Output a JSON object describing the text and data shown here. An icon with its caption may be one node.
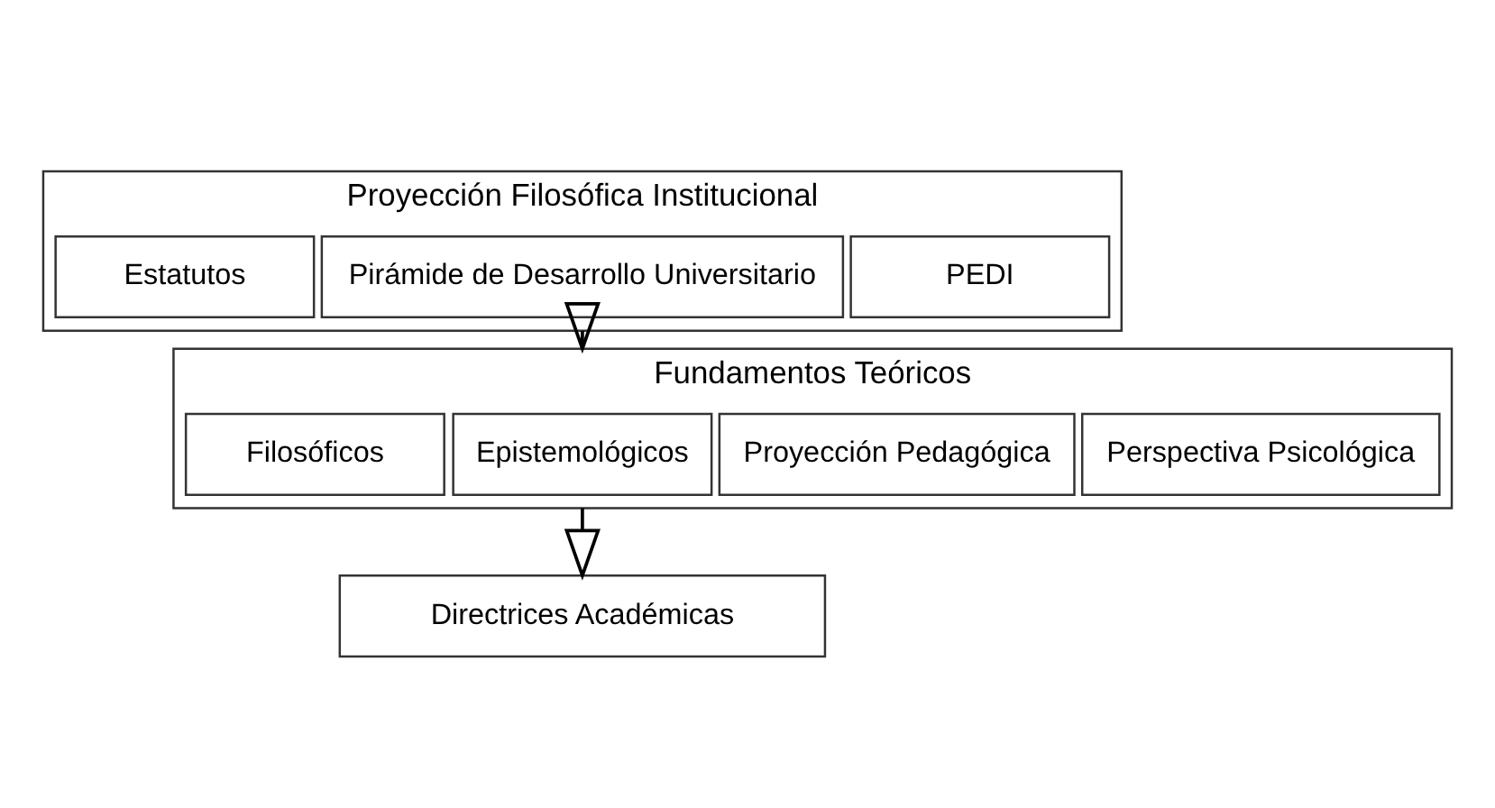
{
  "diagram": {
    "nodes": [
      {
        "text": [
          "Proyección Filosófica Institucional"
        ]
      },
      {
        "text": [
          "Estatutos"
        ],
        "in": 0
      },
      {
        "text": [
          "Pirámide de Desarrollo Universitario"
        ],
        "in": 0
      },
      {
        "text": [
          "PEDI"
        ],
        "in": 0
      },
      {
        "text": [
          "Fundamentos Teóricos"
        ]
      },
      {
        "text": [
          "Filosóficos"
        ],
        "in": 4
      },
      {
        "text": [
          "Epistemológicos"
        ],
        "in": 4
      },
      {
        "text": [
          "Proyección Pedagógica"
        ],
        "in": 4
      },
      {
        "text": [
          "Perspectiva Psicológica"
        ],
        "in": 4
      },
      {
        "text": [
          "Directrices Académicas"
        ]
      }
    ],
    "edges": [
      {
        "from": 0,
        "to": 4,
        "arrow": "to"
      },
      {
        "from": 4,
        "to": 9,
        "arrow": "to"
      }
    ]
  }
}
